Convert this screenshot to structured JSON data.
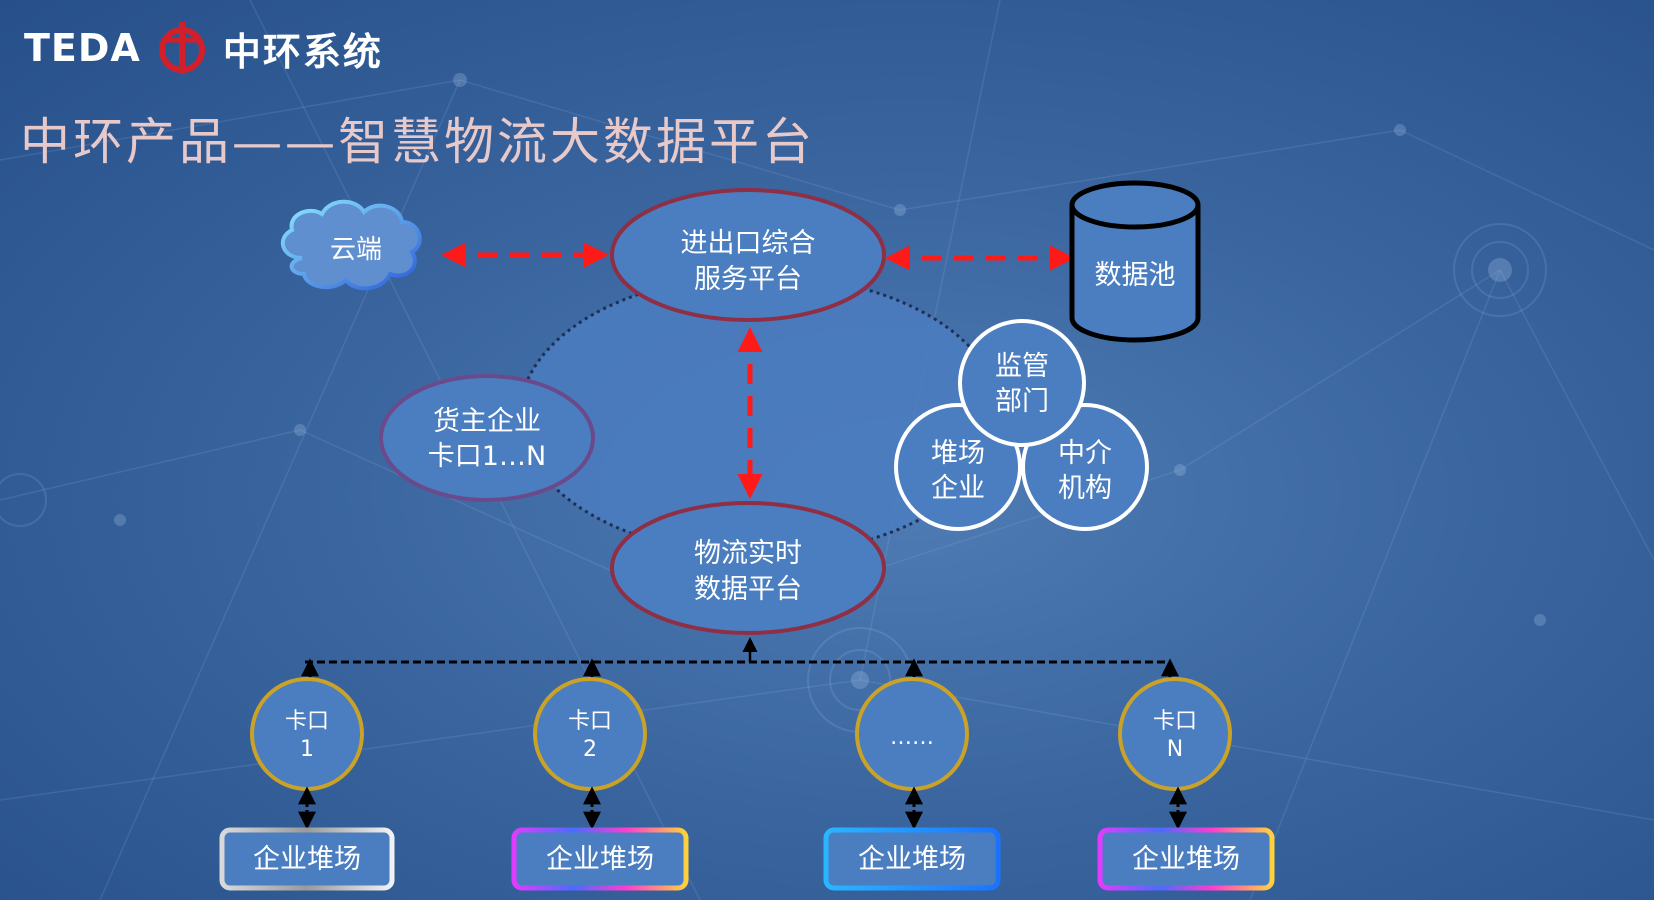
{
  "brand": {
    "left": "TEDA",
    "right": "中环系统"
  },
  "title": "中环产品——智慧物流大数据平台",
  "nodes": {
    "cloud": "云端",
    "core": [
      "进出口综合",
      "服务平台"
    ],
    "datapool": "数据池",
    "shipper": [
      "货主企业",
      "卡口1…N"
    ],
    "realtime": [
      "物流实时",
      "数据平台"
    ],
    "supervision": [
      "监管",
      "部门"
    ],
    "yard_company": [
      "堆场",
      "企业"
    ],
    "agency": [
      "中介",
      "机构"
    ]
  },
  "gates": [
    {
      "line1": "卡口",
      "line2": "1",
      "yard": "企业堆场"
    },
    {
      "line1": "卡口",
      "line2": "2",
      "yard": "企业堆场"
    },
    {
      "line1": "",
      "line2": "……",
      "yard": "企业堆场"
    },
    {
      "line1": "卡口",
      "line2": "N",
      "yard": "企业堆场"
    }
  ],
  "colors": {
    "title": "#e8c9c9",
    "node_fill": "#4a7ec0",
    "node_border": "#8e2f45",
    "arrow_red": "#ff1a1a",
    "gate_border": "#c9a227",
    "white": "#ffffff"
  }
}
